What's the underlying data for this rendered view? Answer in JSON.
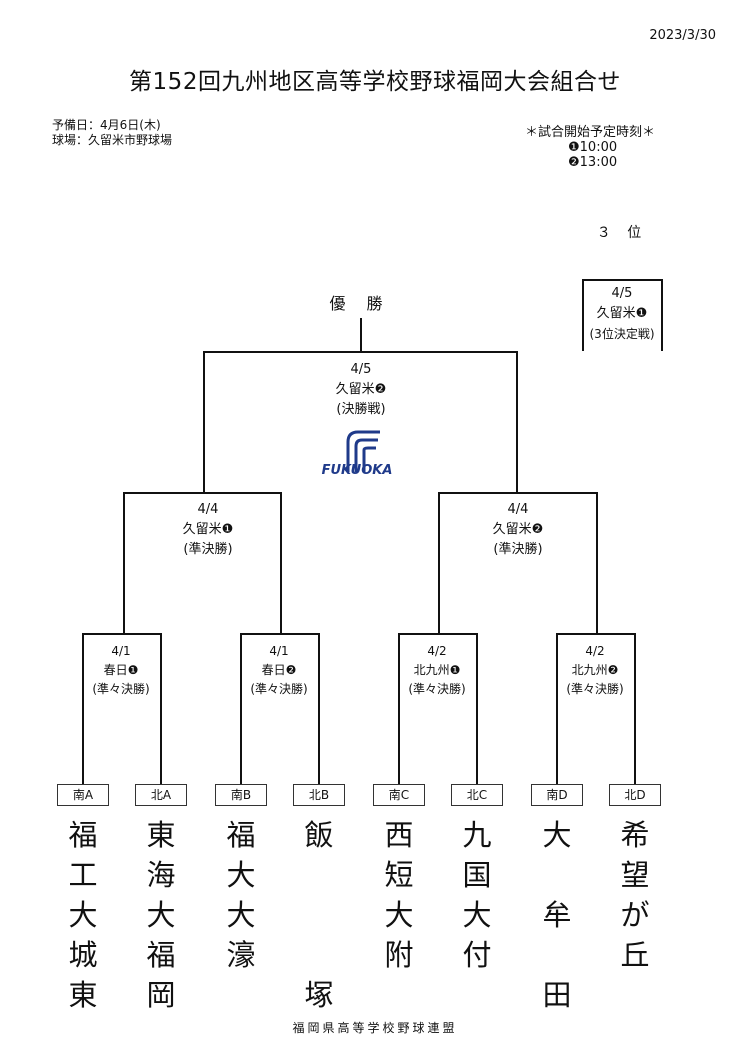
{
  "header": {
    "date": "2023/3/30",
    "title": "第152回九州地区高等学校野球福岡大会組合せ",
    "reserve_day": "予備日：4月6日(木)",
    "venue": "球場：久留米市野球場"
  },
  "schedule": {
    "heading": "＊試合開始予定時刻＊",
    "time1": "❶10:00",
    "time2": "❷13:00"
  },
  "final": {
    "winner_label": "優 勝",
    "date": "4/5",
    "slot": "久留米❷",
    "round": "(決勝戦)"
  },
  "third_place": {
    "label": "３ 位",
    "date": "4/5",
    "slot": "久留米❶",
    "round": "(3位決定戦)"
  },
  "logo": {
    "text": "FUKUOKA"
  },
  "semifinals": [
    {
      "date": "4/4",
      "slot": "久留米❶",
      "round": "(準決勝)"
    },
    {
      "date": "4/4",
      "slot": "久留米❷",
      "round": "(準決勝)"
    }
  ],
  "quarterfinals": [
    {
      "date": "4/1",
      "slot": "春日❶",
      "round": "(準々決勝)"
    },
    {
      "date": "4/1",
      "slot": "春日❷",
      "round": "(準々決勝)"
    },
    {
      "date": "4/2",
      "slot": "北九州❶",
      "round": "(準々決勝)"
    },
    {
      "date": "4/2",
      "slot": "北九州❷",
      "round": "(準々決勝)"
    }
  ],
  "teams": [
    {
      "seed": "南A",
      "name": "福工大城東"
    },
    {
      "seed": "北A",
      "name": "東海大福岡"
    },
    {
      "seed": "南B",
      "name": "福大大濠"
    },
    {
      "seed": "北B",
      "name": "飯塚"
    },
    {
      "seed": "南C",
      "name": "西短大附"
    },
    {
      "seed": "北C",
      "name": "九国大付"
    },
    {
      "seed": "南D",
      "name": "大牟田"
    },
    {
      "seed": "北D",
      "name": "希望が丘"
    }
  ],
  "footer": "福岡県高等学校野球連盟"
}
